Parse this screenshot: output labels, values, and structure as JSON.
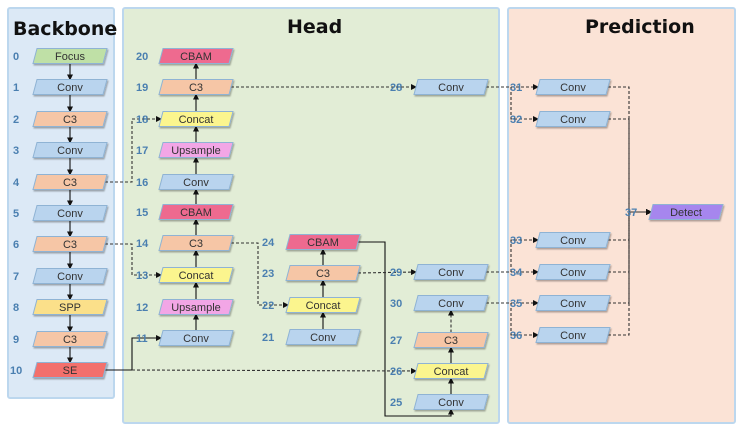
{
  "panels": {
    "backbone": "Backbone",
    "head": "Head",
    "prediction": "Prediction"
  },
  "colors": {
    "Conv": "#b9d4ee",
    "C3": "#f6c6a6",
    "Concat": "#fbf58e",
    "Upsample": "#f2a6e6",
    "CBAM": "#ee6a8f",
    "Focus": "#bfe0a6",
    "SPP": "#fbe08a",
    "SE": "#f36f6c",
    "Detect": "#a686ee"
  },
  "nodes": [
    {
      "id": 0,
      "label": "Focus",
      "type": "Focus"
    },
    {
      "id": 1,
      "label": "Conv",
      "type": "Conv"
    },
    {
      "id": 2,
      "label": "C3",
      "type": "C3"
    },
    {
      "id": 3,
      "label": "Conv",
      "type": "Conv"
    },
    {
      "id": 4,
      "label": "C3",
      "type": "C3"
    },
    {
      "id": 5,
      "label": "Conv",
      "type": "Conv"
    },
    {
      "id": 6,
      "label": "C3",
      "type": "C3"
    },
    {
      "id": 7,
      "label": "Conv",
      "type": "Conv"
    },
    {
      "id": 8,
      "label": "SPP",
      "type": "SPP"
    },
    {
      "id": 9,
      "label": "C3",
      "type": "C3"
    },
    {
      "id": 10,
      "label": "SE",
      "type": "SE"
    },
    {
      "id": 11,
      "label": "Conv",
      "type": "Conv"
    },
    {
      "id": 12,
      "label": "Upsample",
      "type": "Upsample"
    },
    {
      "id": 13,
      "label": "Concat",
      "type": "Concat"
    },
    {
      "id": 14,
      "label": "C3",
      "type": "C3"
    },
    {
      "id": 15,
      "label": "CBAM",
      "type": "CBAM"
    },
    {
      "id": 16,
      "label": "Conv",
      "type": "Conv"
    },
    {
      "id": 17,
      "label": "Upsample",
      "type": "Upsample"
    },
    {
      "id": 18,
      "label": "Concat",
      "type": "Concat"
    },
    {
      "id": 19,
      "label": "C3",
      "type": "C3"
    },
    {
      "id": 20,
      "label": "CBAM",
      "type": "CBAM"
    },
    {
      "id": 21,
      "label": "Conv",
      "type": "Conv"
    },
    {
      "id": 22,
      "label": "Concat",
      "type": "Concat"
    },
    {
      "id": 23,
      "label": "C3",
      "type": "C3"
    },
    {
      "id": 24,
      "label": "CBAM",
      "type": "CBAM"
    },
    {
      "id": 25,
      "label": "Conv",
      "type": "Conv"
    },
    {
      "id": 26,
      "label": "Concat",
      "type": "Concat"
    },
    {
      "id": 27,
      "label": "C3",
      "type": "C3"
    },
    {
      "id": 28,
      "label": "Conv",
      "type": "Conv"
    },
    {
      "id": 29,
      "label": "Conv",
      "type": "Conv"
    },
    {
      "id": 30,
      "label": "Conv",
      "type": "Conv"
    },
    {
      "id": 31,
      "label": "Conv",
      "type": "Conv"
    },
    {
      "id": 32,
      "label": "Conv",
      "type": "Conv"
    },
    {
      "id": 33,
      "label": "Conv",
      "type": "Conv"
    },
    {
      "id": 34,
      "label": "Conv",
      "type": "Conv"
    },
    {
      "id": 35,
      "label": "Conv",
      "type": "Conv"
    },
    {
      "id": 36,
      "label": "Conv",
      "type": "Conv"
    },
    {
      "id": 37,
      "label": "Detect",
      "type": "Detect"
    }
  ],
  "edges": [
    {
      "from": 0,
      "to": 1,
      "style": "solid"
    },
    {
      "from": 1,
      "to": 2,
      "style": "solid"
    },
    {
      "from": 2,
      "to": 3,
      "style": "solid"
    },
    {
      "from": 3,
      "to": 4,
      "style": "solid"
    },
    {
      "from": 4,
      "to": 5,
      "style": "solid"
    },
    {
      "from": 5,
      "to": 6,
      "style": "solid"
    },
    {
      "from": 6,
      "to": 7,
      "style": "solid"
    },
    {
      "from": 7,
      "to": 8,
      "style": "solid"
    },
    {
      "from": 8,
      "to": 9,
      "style": "solid"
    },
    {
      "from": 9,
      "to": 10,
      "style": "solid"
    },
    {
      "from": 10,
      "to": 11,
      "style": "solid"
    },
    {
      "from": 11,
      "to": 12,
      "style": "solid"
    },
    {
      "from": 12,
      "to": 13,
      "style": "solid"
    },
    {
      "from": 13,
      "to": 14,
      "style": "solid"
    },
    {
      "from": 14,
      "to": 15,
      "style": "solid"
    },
    {
      "from": 15,
      "to": 16,
      "style": "solid"
    },
    {
      "from": 16,
      "to": 17,
      "style": "solid"
    },
    {
      "from": 17,
      "to": 18,
      "style": "solid"
    },
    {
      "from": 18,
      "to": 19,
      "style": "solid"
    },
    {
      "from": 19,
      "to": 20,
      "style": "solid"
    },
    {
      "from": 4,
      "to": 18,
      "style": "dashed"
    },
    {
      "from": 6,
      "to": 13,
      "style": "dashed"
    },
    {
      "from": 14,
      "to": 22,
      "style": "dashed"
    },
    {
      "from": 21,
      "to": 22,
      "style": "solid"
    },
    {
      "from": 22,
      "to": 23,
      "style": "solid"
    },
    {
      "from": 23,
      "to": 24,
      "style": "solid"
    },
    {
      "from": 24,
      "to": 25,
      "style": "solid"
    },
    {
      "from": 25,
      "to": 26,
      "style": "solid"
    },
    {
      "from": 10,
      "to": 26,
      "style": "dashed"
    },
    {
      "from": 26,
      "to": 27,
      "style": "solid"
    },
    {
      "from": 27,
      "to": 30,
      "style": "dashed"
    },
    {
      "from": 19,
      "to": 28,
      "style": "dashed"
    },
    {
      "from": 23,
      "to": 29,
      "style": "dashed"
    },
    {
      "from": 28,
      "to": 31,
      "style": "dashed"
    },
    {
      "from": 28,
      "to": 32,
      "style": "dashed"
    },
    {
      "from": 29,
      "to": 33,
      "style": "dashed"
    },
    {
      "from": 29,
      "to": 34,
      "style": "dashed"
    },
    {
      "from": 30,
      "to": 35,
      "style": "dashed"
    },
    {
      "from": 30,
      "to": 36,
      "style": "dashed"
    },
    {
      "from": 31,
      "to": 37,
      "style": "dashed"
    },
    {
      "from": 32,
      "to": 37,
      "style": "dashed"
    },
    {
      "from": 33,
      "to": 37,
      "style": "dashed"
    },
    {
      "from": 34,
      "to": 37,
      "style": "dashed"
    },
    {
      "from": 35,
      "to": 37,
      "style": "dashed"
    },
    {
      "from": 36,
      "to": 37,
      "style": "dashed"
    }
  ]
}
